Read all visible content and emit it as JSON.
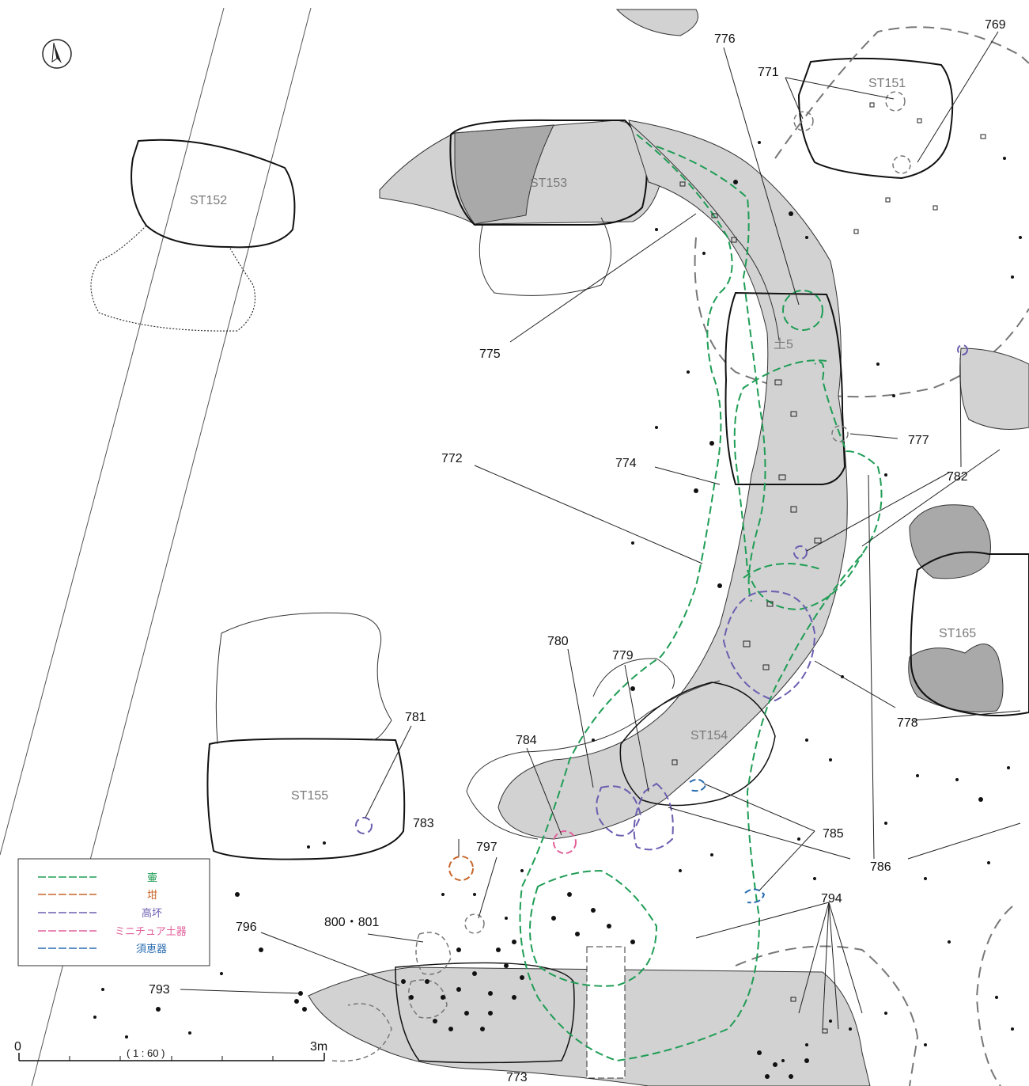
{
  "colors": {
    "pot": "#1f9d55",
    "small_jar": "#c9652a",
    "takatsuki": "#6a5fb0",
    "miniature": "#e2609a",
    "sue": "#2a6cb0",
    "fill_grey": "#d2d2d2",
    "dark_grey": "#a9a9a9",
    "boundary": "#777777"
  },
  "north_arrow": {
    "icon": "north-arrow-icon"
  },
  "features": [
    "ST151",
    "ST152",
    "ST153",
    "ST154",
    "ST155",
    "ST165",
    "土5"
  ],
  "numbers": {
    "n769": "769",
    "n771": "771",
    "n772": "772",
    "n773": "773",
    "n774": "774",
    "n775": "775",
    "n776": "776",
    "n777": "777",
    "n778": "778",
    "n779": "779",
    "n780": "780",
    "n781": "781",
    "n782": "782",
    "n783": "783",
    "n784": "784",
    "n785": "785",
    "n786": "786",
    "n793": "793",
    "n794": "794",
    "n796": "796",
    "n797": "797",
    "n800": "800・801"
  },
  "legend": [
    {
      "label": "壷",
      "color": "#1f9d55"
    },
    {
      "label": "坩",
      "color": "#c9652a"
    },
    {
      "label": "高坏",
      "color": "#6a5fb0"
    },
    {
      "label": "ミニチュア土器",
      "color": "#e2609a"
    },
    {
      "label": "須恵器",
      "color": "#2a6cb0"
    }
  ],
  "scale": {
    "start": "0",
    "end": "3m",
    "ratio": "(  1 : 60  )"
  }
}
